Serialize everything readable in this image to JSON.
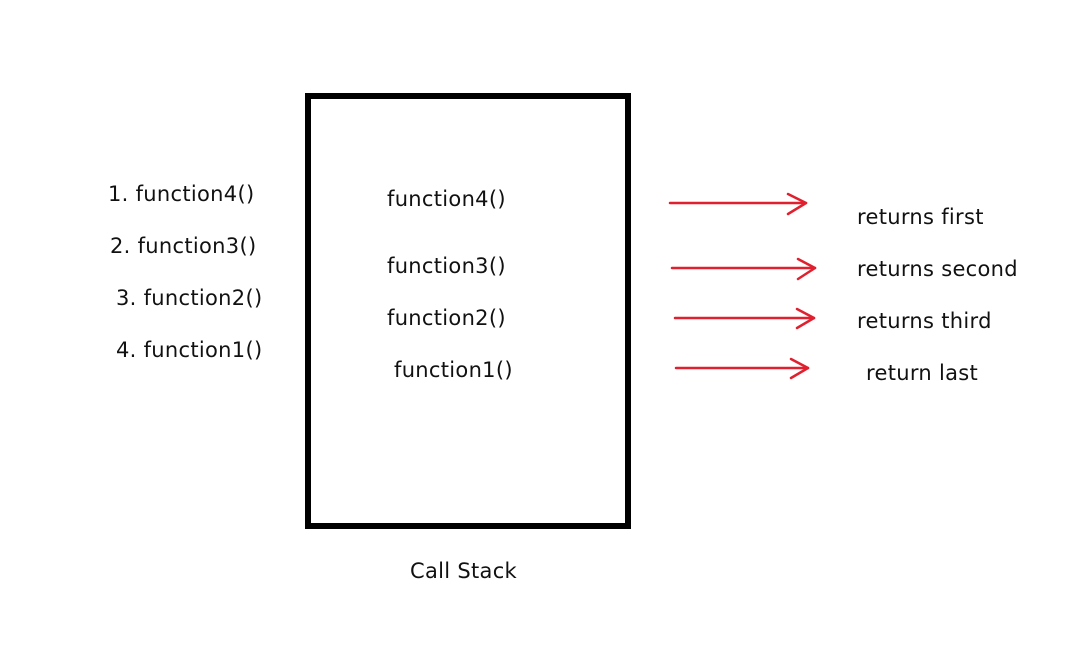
{
  "order_list": [
    {
      "label": "1. function4()"
    },
    {
      "label": "2. function3()"
    },
    {
      "label": "3. function2()"
    },
    {
      "label": "4. function1()"
    }
  ],
  "call_stack": {
    "frames": [
      {
        "label": "function4()"
      },
      {
        "label": "function3()"
      },
      {
        "label": "function2()"
      },
      {
        "label": "function1()"
      }
    ],
    "caption": "Call Stack"
  },
  "returns": [
    {
      "label": "returns first"
    },
    {
      "label": "returns second"
    },
    {
      "label": "returns third"
    },
    {
      "label": "return last"
    }
  ],
  "colors": {
    "arrow": "#e0202e",
    "box": "#000000",
    "text": "#111111"
  }
}
